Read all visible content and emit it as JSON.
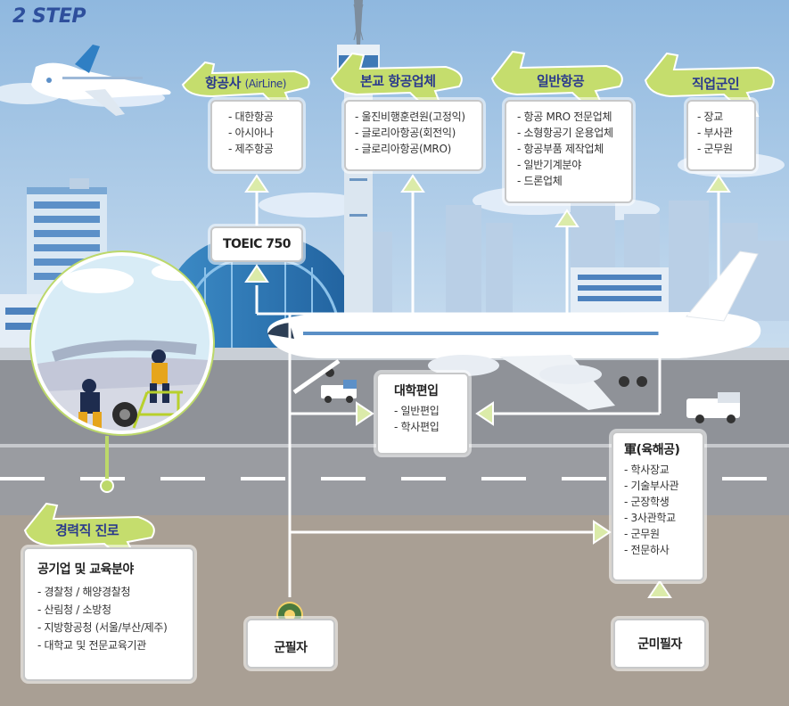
{
  "step_title": "2 STEP",
  "colors": {
    "sky": "#a9c9e6",
    "ground": "#a99f94",
    "runway": "#8f9298",
    "accent_green": "#b6d25f",
    "label_blue": "#2b3a8c",
    "arrow_fill": "#d8eaa3"
  },
  "careers": {
    "airline": {
      "title": "항공사",
      "subtitle": "(AirLine)",
      "items": [
        "- 대한항공",
        "- 아시아나",
        "- 제주항공"
      ]
    },
    "school_company": {
      "title": "본교 항공업체",
      "items": [
        "- 울진비행훈련원(고정익)",
        "- 글로리아항공(회전익)",
        "- 글로리아항공(MRO)"
      ]
    },
    "general_aviation": {
      "title": "일반항공",
      "items": [
        "- 항공 MRO 전문업체",
        "- 소형항공기 운용업체",
        "- 항공부품 제작업체",
        "- 일반기계분야",
        "- 드론업체"
      ]
    },
    "military_career": {
      "title": "직업군인",
      "items": [
        "- 장교",
        "- 부사관",
        "- 군무원"
      ]
    }
  },
  "toeic": {
    "label": "TOEIC 750"
  },
  "transfer": {
    "title": "대학편입",
    "items": [
      "- 일반편입",
      "- 학사편입"
    ]
  },
  "military_branch": {
    "title": "軍(육해공)",
    "items": [
      "- 학사장교",
      "- 기술부사관",
      "- 군장학생",
      "- 3사관학교",
      "- 군무원",
      "- 전문하사"
    ]
  },
  "experienced": {
    "plane_label": "경력직 진로",
    "title": "공기업 및 교육분야",
    "items": [
      "- 경찰청 / 해양경찰청",
      "- 산림청 / 소방청",
      "- 지방항공청 (서울/부산/제주)",
      "- 대학교 및 전문교육기관"
    ]
  },
  "start_completed": {
    "label": "군필자"
  },
  "start_not_completed": {
    "label": "군미필자"
  }
}
